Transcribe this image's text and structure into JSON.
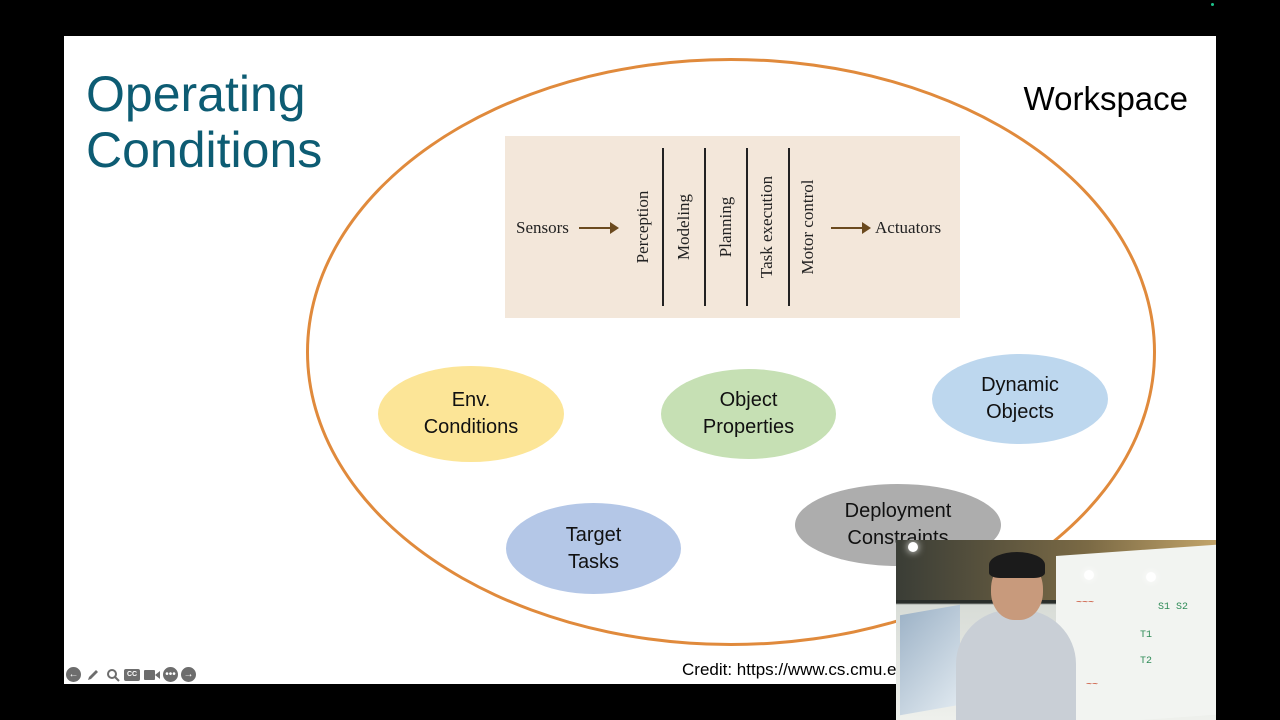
{
  "slide": {
    "title": "Operating\nConditions",
    "workspace_label": "Workspace",
    "pipeline": {
      "input": "Sensors",
      "stages": [
        "Perception",
        "Modeling",
        "Planning",
        "Task execution",
        "Motor control"
      ],
      "output": "Actuators"
    },
    "bubbles": {
      "env": "Env.\nConditions",
      "object": "Object\nProperties",
      "dynamic": "Dynamic\nObjects",
      "target": "Target\nTasks",
      "deployment": "Deployment\nConstraints"
    },
    "credit": "Credit: https://www.cs.cmu.ed"
  },
  "colors": {
    "title": "#0d5c73",
    "ellipse_border": "#e08a3c",
    "pipeline_bg": "#f3e7da",
    "env": "#fce597",
    "object": "#c6e0b4",
    "dynamic": "#bdd7ee",
    "target": "#b4c7e7",
    "deployment": "#adadad"
  },
  "toolbar": {
    "icons": [
      "arrow-left-icon",
      "pencil-icon",
      "magnifier-icon",
      "cc-icon",
      "camera-icon",
      "more-icon",
      "arrow-right-icon"
    ]
  }
}
